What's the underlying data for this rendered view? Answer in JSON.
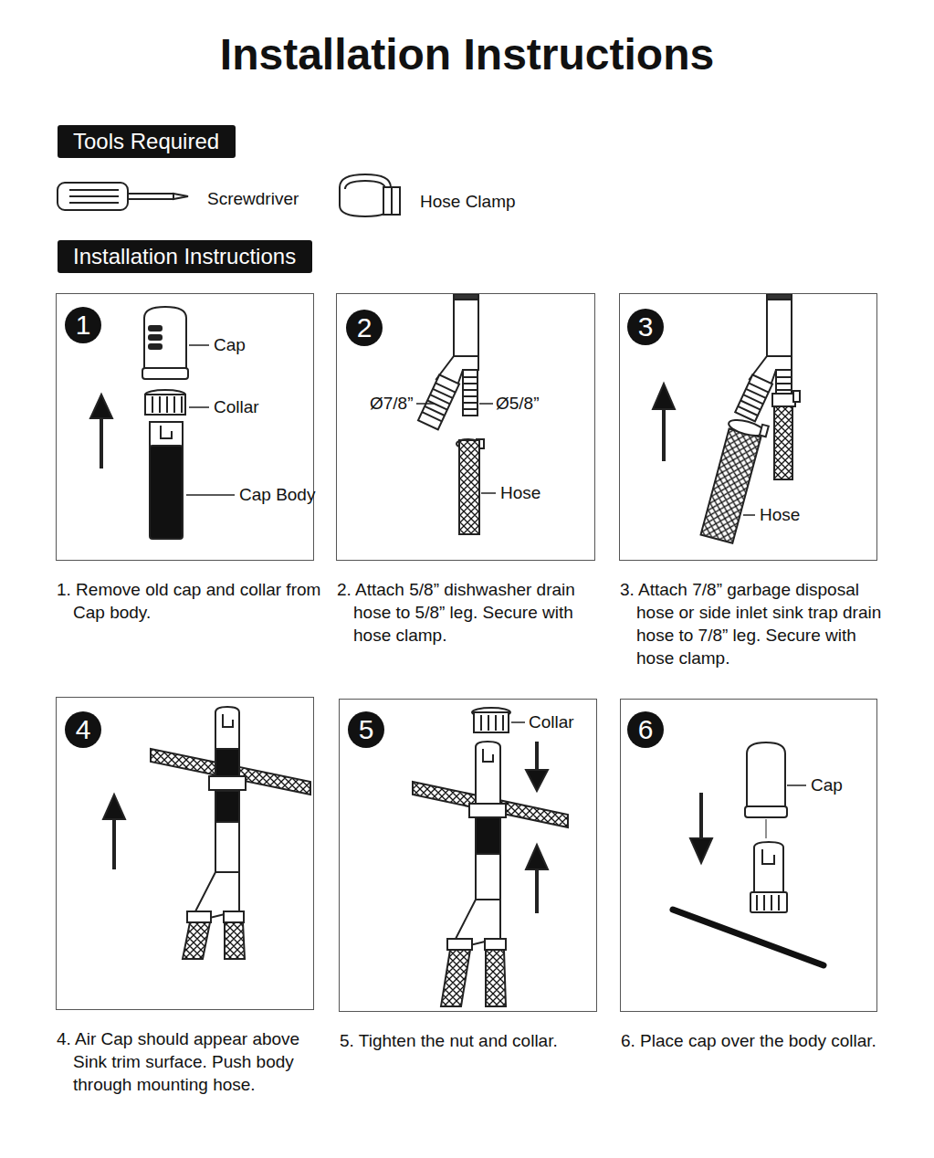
{
  "diagram": {
    "title": "Installation Instructions",
    "nodes": [
      {
        "text": [
          "Tools Required"
        ]
      },
      {
        "text": [
          "Installation Instructions"
        ]
      },
      {
        "text": [
          "1. Remove old cap and collar from Cap body."
        ]
      },
      {
        "text": [
          "1"
        ],
        "in": 2
      },
      {
        "text": [
          "2. Attach 5/8” dishwasher drain hose to 5/8” leg. Secure with hose clamp."
        ]
      },
      {
        "text": [
          "2"
        ],
        "in": 4
      },
      {
        "text": [
          "3. Attach 7/8” garbage disposal hose or side inlet sink trap drain hose to 7/8” leg. Secure with hose clamp."
        ]
      },
      {
        "text": [
          "3"
        ],
        "in": 6
      },
      {
        "text": [
          "4. Air Cap should appear above Sink trim surface. Push body through mounting hose."
        ]
      },
      {
        "text": [
          "4"
        ],
        "in": 8
      },
      {
        "text": [
          "5. Tighten the nut and collar."
        ]
      },
      {
        "text": [
          "5"
        ],
        "in": 10
      },
      {
        "text": [
          "6. Place cap over the body collar."
        ]
      },
      {
        "text": [
          "6"
        ],
        "in": 12
      }
    ],
    "labels": [
      "Screwdriver",
      "Hose Clamp",
      "Cap",
      "Collar",
      "Cap Body",
      "Ø7/8”",
      "Ø5/8”",
      "Hose",
      "Hose",
      "Collar",
      "Cap"
    ]
  }
}
